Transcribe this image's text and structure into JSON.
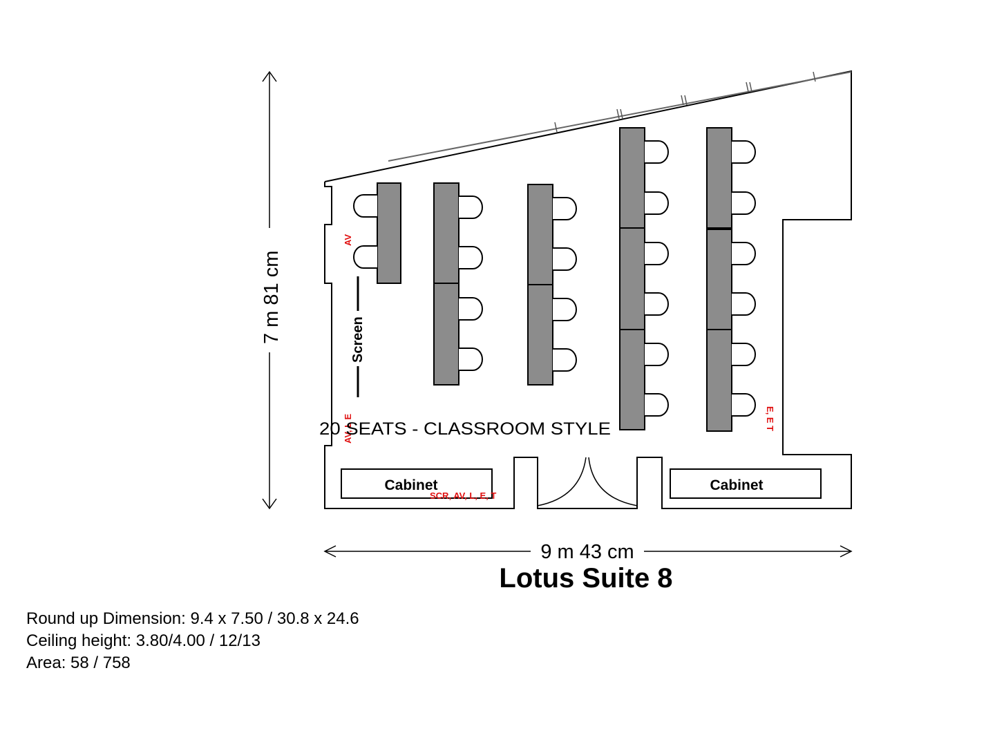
{
  "room": {
    "title": "Lotus Suite 8",
    "width_label": "9 m 43 cm",
    "height_label": "7 m 81 cm",
    "seating_label": "20 SEATS - CLASSROOM STYLE",
    "screen_label": "Screen",
    "cabinet_left_label": "Cabinet",
    "cabinet_right_label": "Cabinet",
    "note_av_top": "AV",
    "note_av_left": "AV, L E",
    "note_cabinet": "SCR, AV, L, E, T",
    "note_right": "E, E T"
  },
  "info": {
    "dimension": "Round up Dimension: 9.4 x 7.50 / 30.8 x 24.6",
    "ceiling": "Ceiling height: 3.80/4.00 / 12/13",
    "area": "Area: 58 / 758"
  },
  "colors": {
    "table_fill": "#8c8c8c",
    "note_red": "#e01010"
  }
}
